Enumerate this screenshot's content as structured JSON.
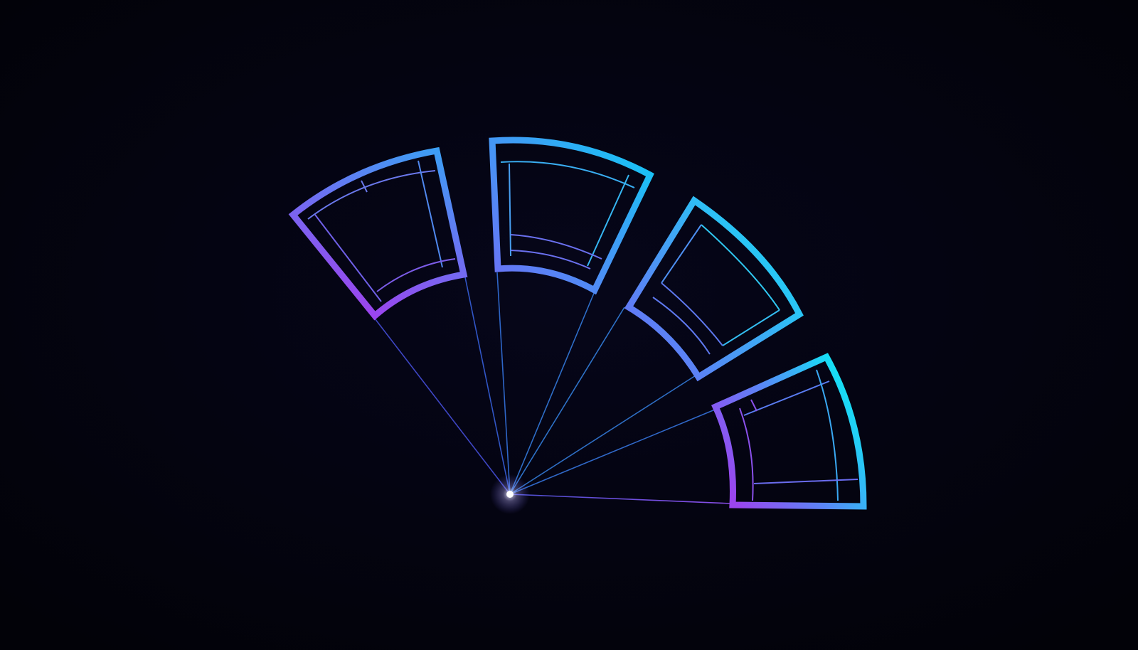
{
  "scene": {
    "background": "#03030f",
    "palette": {
      "violet": "#9b45ee",
      "blue": "#4f8cf8",
      "cyan": "#14e2f5",
      "ray": "#3c5fd0",
      "hub": "#ffffff"
    },
    "segments": [
      {
        "name": "segment-1",
        "gradient": [
          "#9b45ee",
          "#3ba0f5"
        ]
      },
      {
        "name": "segment-2",
        "gradient": [
          "#3ba0f5",
          "#14c8f5"
        ]
      },
      {
        "name": "segment-3",
        "gradient": [
          "#5a7cf7",
          "#14e2f5"
        ]
      },
      {
        "name": "segment-4",
        "gradient": [
          "#9b45ee",
          "#14e2f5"
        ]
      }
    ]
  }
}
